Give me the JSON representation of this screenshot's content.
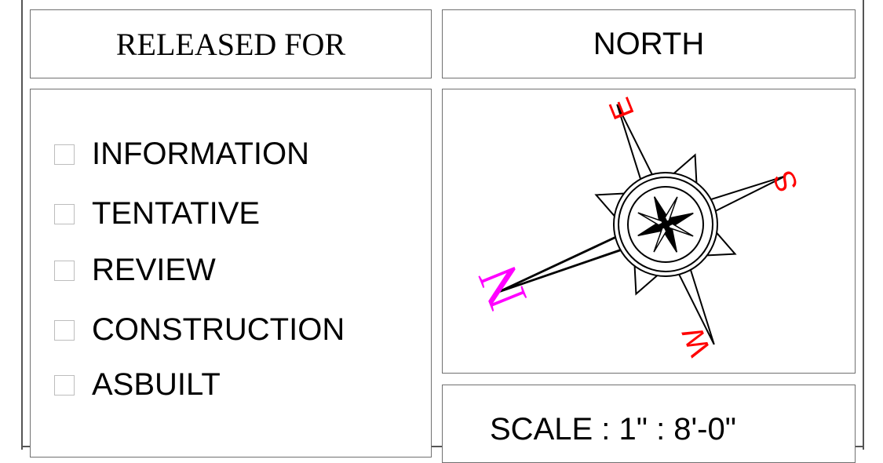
{
  "released_for": {
    "title": "RELEASED FOR",
    "options": [
      {
        "label": "INFORMATION",
        "checked": false
      },
      {
        "label": "TENTATIVE",
        "checked": false
      },
      {
        "label": "REVIEW",
        "checked": false
      },
      {
        "label": "CONSTRUCTION",
        "checked": false
      },
      {
        "label": "ASBUILT",
        "checked": false
      }
    ]
  },
  "north": {
    "title": "NORTH",
    "compass": {
      "letters": {
        "n": "N",
        "e": "E",
        "s": "S",
        "w": "W"
      },
      "colors": {
        "n": "#ff00ff",
        "e": "#ff0000",
        "s": "#ff0000",
        "w": "#ff0000",
        "rose": "#000000"
      }
    }
  },
  "scale": {
    "text": "SCALE : 1\" : 8'-0\""
  }
}
